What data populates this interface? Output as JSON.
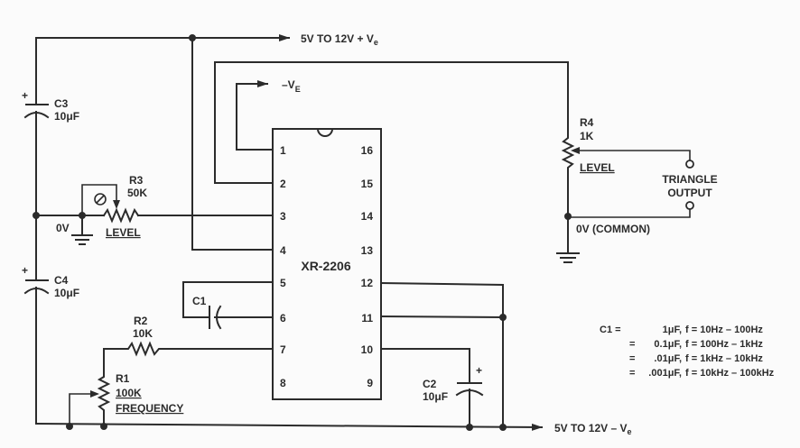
{
  "title": "XR-2206 Triangle Wave Generator Schematic",
  "ic": {
    "part": "XR-2206",
    "left_pins": [
      "1",
      "2",
      "3",
      "4",
      "5",
      "6",
      "7",
      "8"
    ],
    "right_pins": [
      "16",
      "15",
      "14",
      "13",
      "12",
      "11",
      "10",
      "9"
    ]
  },
  "supply": {
    "positive": "5V TO 12V + V",
    "positive_sub": "e",
    "negative": "5V TO 12V – V",
    "negative_sub": "e",
    "pin1_label": "–V",
    "pin1_sub": "E"
  },
  "components": {
    "c3": {
      "name": "C3",
      "value": "10μF",
      "polarity": "+"
    },
    "c4": {
      "name": "C4",
      "value": "10μF",
      "polarity": "+"
    },
    "c1": {
      "name": "C1"
    },
    "c2": {
      "name": "C2",
      "value": "10μF",
      "polarity": "+"
    },
    "r1": {
      "name": "R1",
      "value": "100K",
      "function": "FREQUENCY"
    },
    "r2": {
      "name": "R2",
      "value": "10K"
    },
    "r3": {
      "name": "R3",
      "value": "50K",
      "function": "LEVEL"
    },
    "r4": {
      "name": "R4",
      "value": "1K",
      "function": "LEVEL"
    }
  },
  "nodes": {
    "zero_v": "0V",
    "common": "0V (COMMON)",
    "output_line1": "TRIANGLE",
    "output_line2": "OUTPUT"
  },
  "c1_table": [
    {
      "prefix": "C1 =",
      "cap": "1μF,",
      "freq": "f =  10Hz – 100Hz"
    },
    {
      "prefix": "=",
      "cap": "0.1μF,",
      "freq": "f = 100Hz – 1kHz"
    },
    {
      "prefix": "=",
      "cap": ".01μF,",
      "freq": "f =  1kHz – 10kHz"
    },
    {
      "prefix": "=",
      "cap": ".001μF,",
      "freq": "f = 10kHz – 100kHz"
    }
  ]
}
